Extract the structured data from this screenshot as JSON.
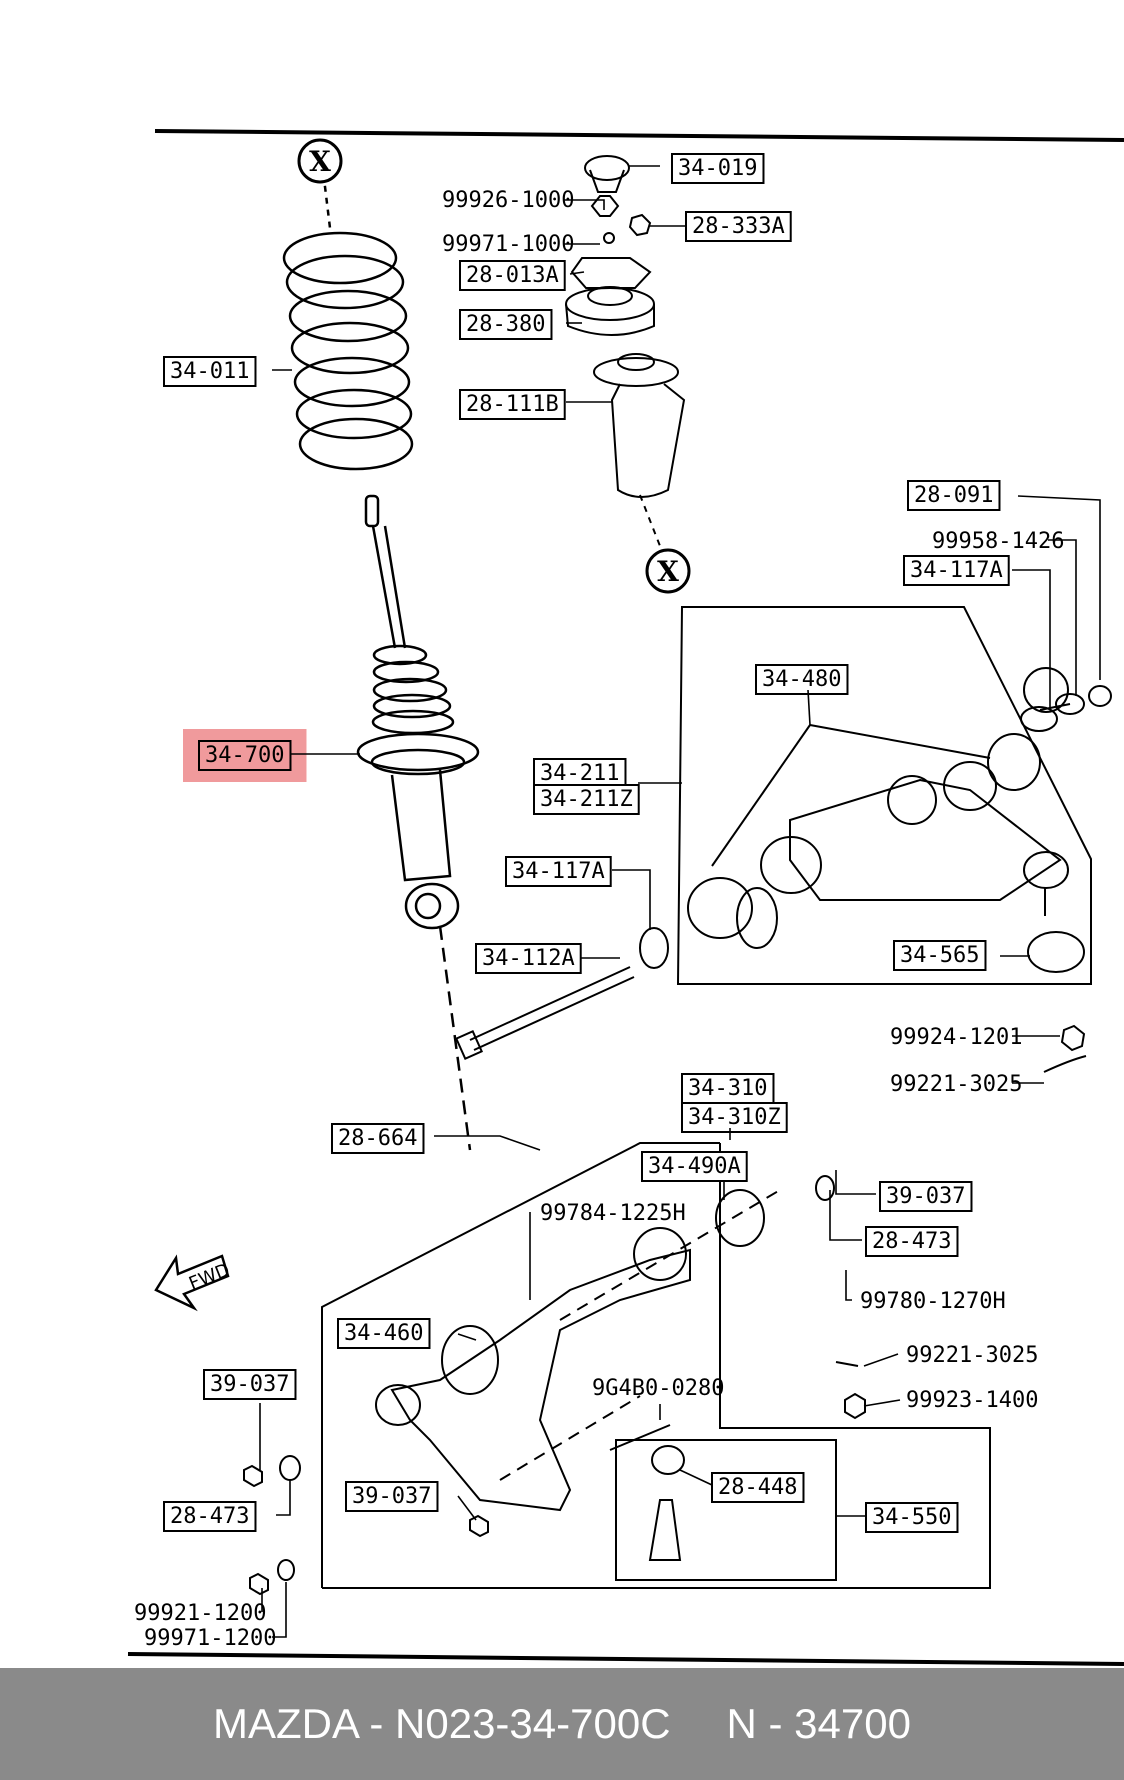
{
  "diagram": {
    "circle_markers": [
      "X",
      "X"
    ],
    "fwd_label": "FWD",
    "highlight_color": "#e3474b",
    "parts": [
      {
        "id": "p1",
        "number": "34-019",
        "boxed": true
      },
      {
        "id": "p2",
        "number": "99926-1000",
        "boxed": false
      },
      {
        "id": "p3",
        "number": "28-333A",
        "boxed": true
      },
      {
        "id": "p4",
        "number": "99971-1000",
        "boxed": false
      },
      {
        "id": "p5",
        "number": "28-013A",
        "boxed": true
      },
      {
        "id": "p6",
        "number": "28-380",
        "boxed": true
      },
      {
        "id": "p7",
        "number": "34-011",
        "boxed": true
      },
      {
        "id": "p8",
        "number": "28-111B",
        "boxed": true
      },
      {
        "id": "p9",
        "number": "28-091",
        "boxed": true
      },
      {
        "id": "p10",
        "number": "99958-1426",
        "boxed": false
      },
      {
        "id": "p11",
        "number": "34-117A",
        "boxed": true
      },
      {
        "id": "p12",
        "number": "34-480",
        "boxed": true
      },
      {
        "id": "p13",
        "number": "34-700",
        "boxed": true,
        "highlighted": true
      },
      {
        "id": "p14",
        "number": "34-211",
        "boxed": true
      },
      {
        "id": "p15",
        "number": "34-211Z",
        "boxed": true
      },
      {
        "id": "p16",
        "number": "34-117A",
        "boxed": true
      },
      {
        "id": "p17",
        "number": "34-112A",
        "boxed": true
      },
      {
        "id": "p18",
        "number": "34-565",
        "boxed": true
      },
      {
        "id": "p19",
        "number": "99924-1201",
        "boxed": false
      },
      {
        "id": "p20",
        "number": "99221-3025",
        "boxed": false
      },
      {
        "id": "p21",
        "number": "34-310",
        "boxed": true
      },
      {
        "id": "p22",
        "number": "34-310Z",
        "boxed": true
      },
      {
        "id": "p23",
        "number": "28-664",
        "boxed": true
      },
      {
        "id": "p24",
        "number": "34-490A",
        "boxed": true
      },
      {
        "id": "p25",
        "number": "39-037",
        "boxed": true
      },
      {
        "id": "p26",
        "number": "99784-1225H",
        "boxed": false
      },
      {
        "id": "p27",
        "number": "28-473",
        "boxed": true
      },
      {
        "id": "p28",
        "number": "99780-1270H",
        "boxed": false
      },
      {
        "id": "p29",
        "number": "34-460",
        "boxed": true
      },
      {
        "id": "p30",
        "number": "99221-3025",
        "boxed": false
      },
      {
        "id": "p31",
        "number": "39-037",
        "boxed": true
      },
      {
        "id": "p32",
        "number": "9G4B0-0280",
        "boxed": false
      },
      {
        "id": "p33",
        "number": "99923-1400",
        "boxed": false
      },
      {
        "id": "p34",
        "number": "28-448",
        "boxed": true
      },
      {
        "id": "p35",
        "number": "39-037",
        "boxed": true
      },
      {
        "id": "p36",
        "number": "34-550",
        "boxed": true
      },
      {
        "id": "p37",
        "number": "28-473",
        "boxed": true
      },
      {
        "id": "p38",
        "number": "99921-1200",
        "boxed": false
      },
      {
        "id": "p39",
        "number": "99971-1200",
        "boxed": false
      }
    ]
  },
  "footer": {
    "brand_part": "MAZDA - N023-34-700C",
    "part_ref": "N - 34700"
  }
}
